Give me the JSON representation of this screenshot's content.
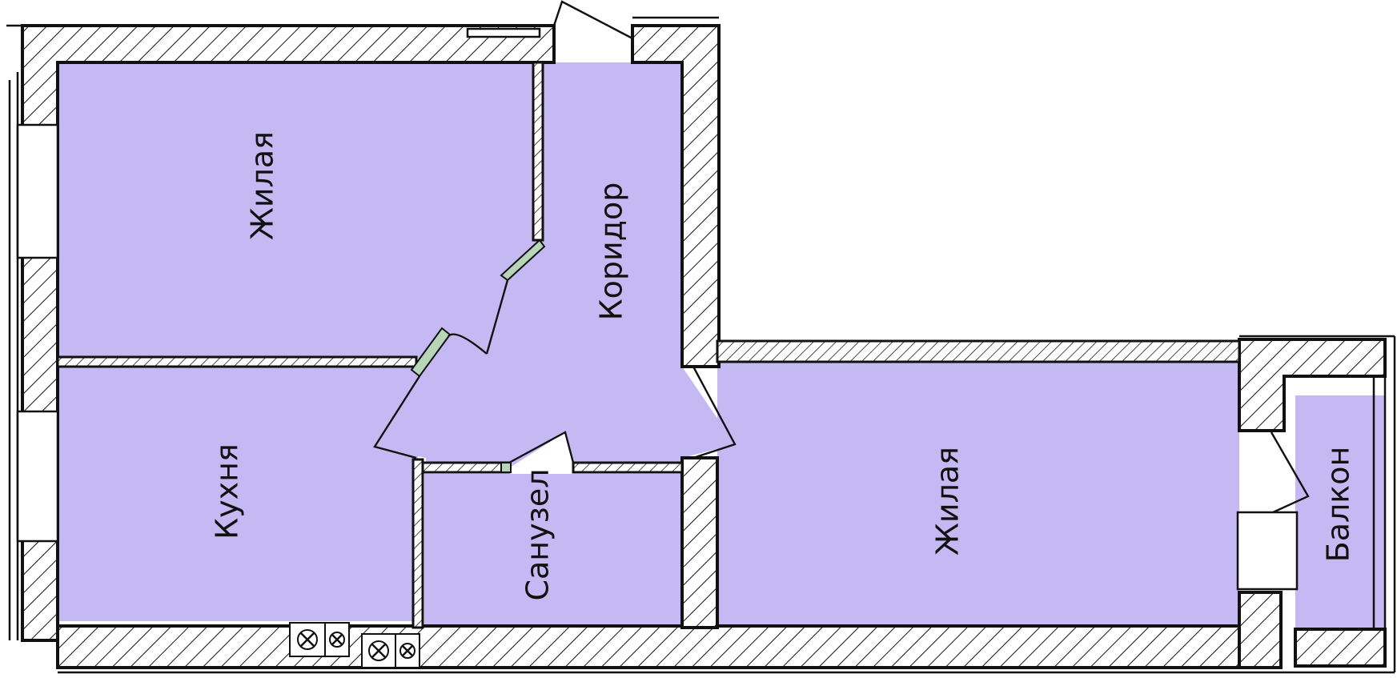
{
  "colors": {
    "room_fill": "#c4b9f2",
    "wall_stroke": "#111111",
    "background": "#ffffff"
  },
  "rooms": {
    "living_top": "Жилая",
    "corridor": "Коридор",
    "kitchen": "Кухня",
    "bathroom": "Санузел",
    "living_right": "Жилая",
    "balcony": "Балкон"
  }
}
